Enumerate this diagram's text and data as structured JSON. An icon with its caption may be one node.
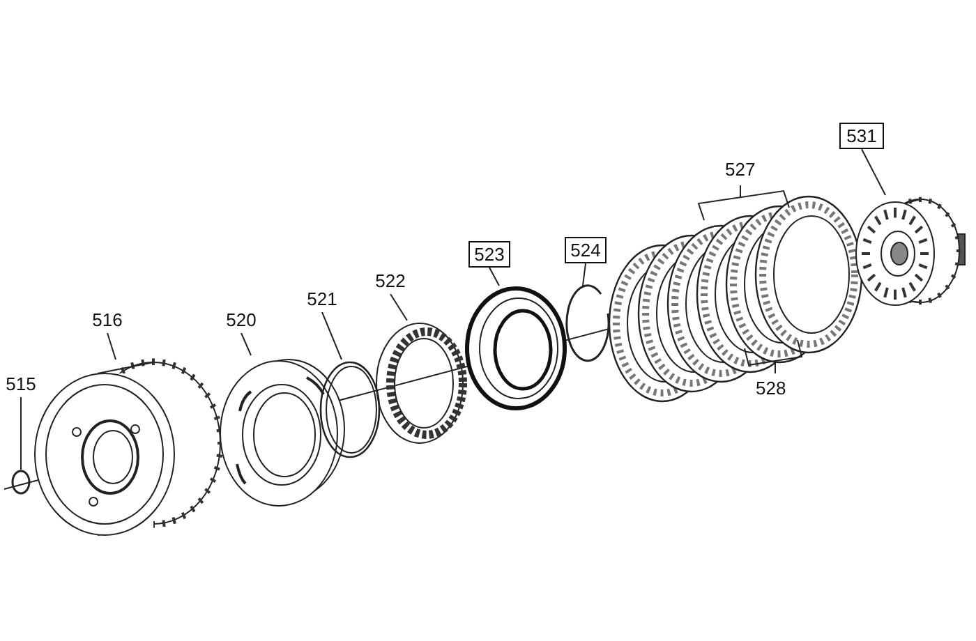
{
  "diagram": {
    "nodes": [
      {
        "text": [
          "515"
        ]
      },
      {
        "text": [
          "516"
        ]
      },
      {
        "text": [
          "520"
        ]
      },
      {
        "text": [
          "521"
        ]
      },
      {
        "text": [
          "522"
        ]
      },
      {
        "text": [
          "523"
        ]
      },
      {
        "text": [
          "524"
        ]
      },
      {
        "text": [
          "531"
        ]
      },
      {
        "text": [],
        "shape": "circle"
      },
      {
        "text": [],
        "shape": "picture"
      },
      {
        "text": [],
        "shape": "picture"
      },
      {
        "text": [],
        "shape": "picture"
      },
      {
        "text": [],
        "shape": "picture"
      },
      {
        "text": [],
        "shape": "picture"
      },
      {
        "text": [],
        "shape": "picture"
      },
      {
        "text": [],
        "shape": "picture"
      }
    ],
    "edges": [
      {
        "from": 0,
        "to": 8,
        "arrow": "none"
      },
      {
        "from": 1,
        "to": 9,
        "arrow": "none"
      },
      {
        "from": 2,
        "to": 10,
        "arrow": "none"
      },
      {
        "from": 3,
        "to": 11,
        "arrow": "none"
      },
      {
        "from": 4,
        "to": 12,
        "arrow": "none"
      },
      {
        "from": 5,
        "to": 13,
        "arrow": "none"
      },
      {
        "from": 6,
        "to": 14,
        "arrow": "none"
      },
      {
        "from": 7,
        "to": 15,
        "arrow": "none"
      }
    ],
    "labels": [
      "527",
      "528"
    ]
  }
}
